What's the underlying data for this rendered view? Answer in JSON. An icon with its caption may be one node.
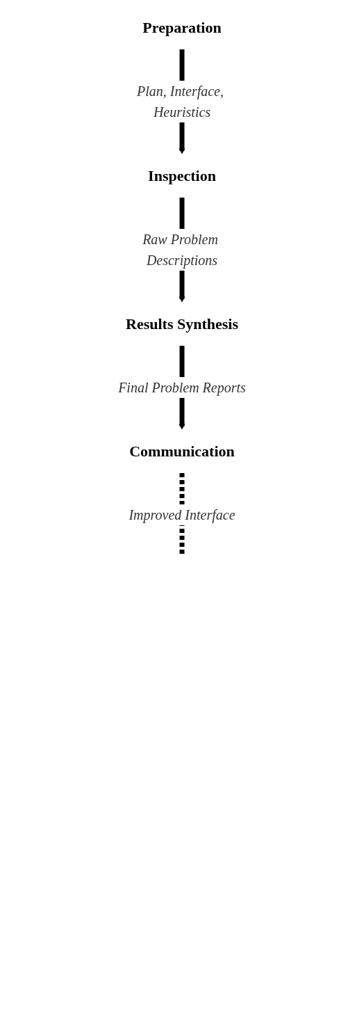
{
  "diagram": {
    "nodes": [
      {
        "text": [
          "Preparation"
        ]
      },
      {
        "text": [
          "Inspection"
        ]
      },
      {
        "text": [
          "Results Synthesis"
        ]
      },
      {
        "text": [
          "Communication"
        ]
      }
    ],
    "edges": [
      {
        "from": 0,
        "to": 1,
        "arrow": "to",
        "label": "Plan, Interface, Heuristics"
      },
      {
        "from": 1,
        "to": 2,
        "arrow": "to",
        "label": "Raw Problem Descriptions"
      },
      {
        "from": 2,
        "to": 3,
        "arrow": "to",
        "label": "Final Problem Reports"
      },
      {
        "from": 3,
        "to": null,
        "arrow": "none",
        "style": "dashed",
        "label": "Improved Interface"
      }
    ]
  }
}
